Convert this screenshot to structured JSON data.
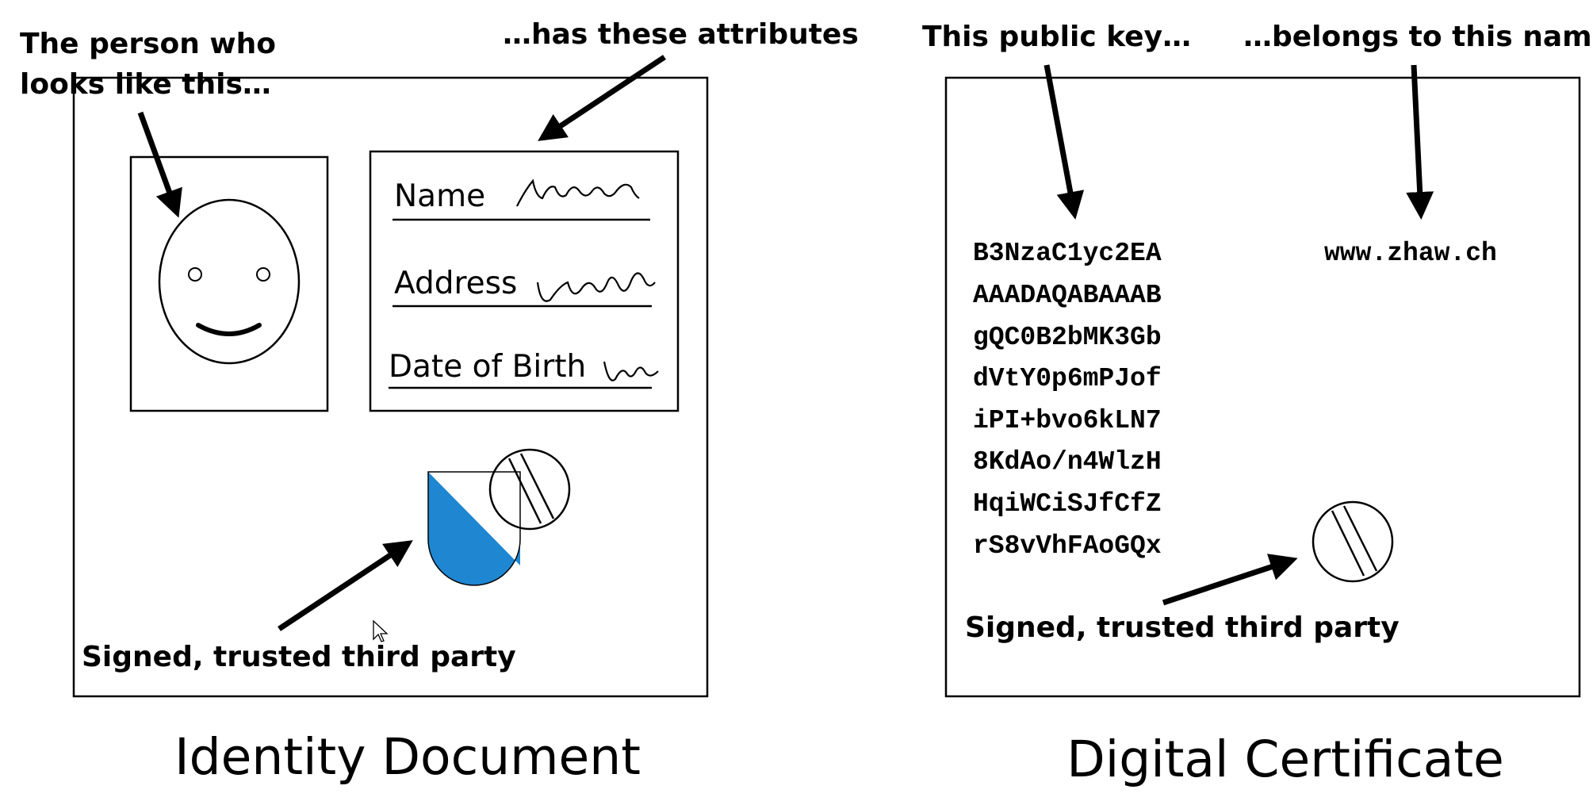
{
  "identity": {
    "caption": "Identity Document",
    "label_person": [
      "The person who",
      "looks like this…"
    ],
    "label_attributes": "…has these attributes",
    "fields": [
      "Name",
      "Address",
      "Date of Birth"
    ],
    "label_signed": "Signed, trusted third party",
    "shield_color": "#1f86d1"
  },
  "certificate": {
    "caption": "Digital Certificate",
    "label_key": "This public key…",
    "label_name": "…belongs to this name",
    "key_lines": [
      "B3NzaC1yc2EA",
      "AAADAQABAAAB",
      "gQC0B2bMK3Gb",
      "dVtY0p6mPJof",
      "iPI+bvo6kLN7",
      "8KdAo/n4WlzH",
      "HqiWCiSJfCfZ",
      "rS8vVhFAoGQx"
    ],
    "domain": "www.zhaw.ch",
    "label_signed": "Signed, trusted third party"
  }
}
